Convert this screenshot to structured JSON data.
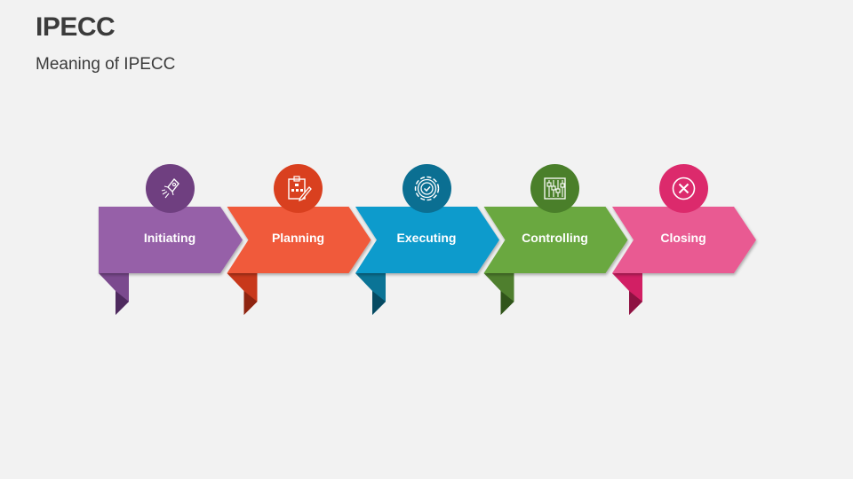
{
  "header": {
    "title": "IPECC",
    "subtitle": "Meaning of IPECC"
  },
  "steps": [
    {
      "label": "Initiating",
      "icon": "rocket-icon",
      "color": "#9660a8",
      "circle": "#6f3f80",
      "tail": "#7b4a8e",
      "tail_dark": "#4e2a5e"
    },
    {
      "label": "Planning",
      "icon": "clipboard-plan-icon",
      "color": "#f05a3a",
      "circle": "#d9401f",
      "tail": "#c8381b",
      "tail_dark": "#8e2410"
    },
    {
      "label": "Executing",
      "icon": "gear-check-icon",
      "color": "#0f9bcc",
      "circle": "#0b6f92",
      "tail": "#0b7496",
      "tail_dark": "#064a62"
    },
    {
      "label": "Controlling",
      "icon": "sliders-icon",
      "color": "#6aa83f",
      "circle": "#4a7f2a",
      "tail": "#4f7f2e",
      "tail_dark": "#30541a"
    },
    {
      "label": "Closing",
      "icon": "close-circle-icon",
      "color": "#e95a92",
      "circle": "#dc2a6c",
      "tail": "#d21f64",
      "tail_dark": "#8e1242"
    }
  ]
}
